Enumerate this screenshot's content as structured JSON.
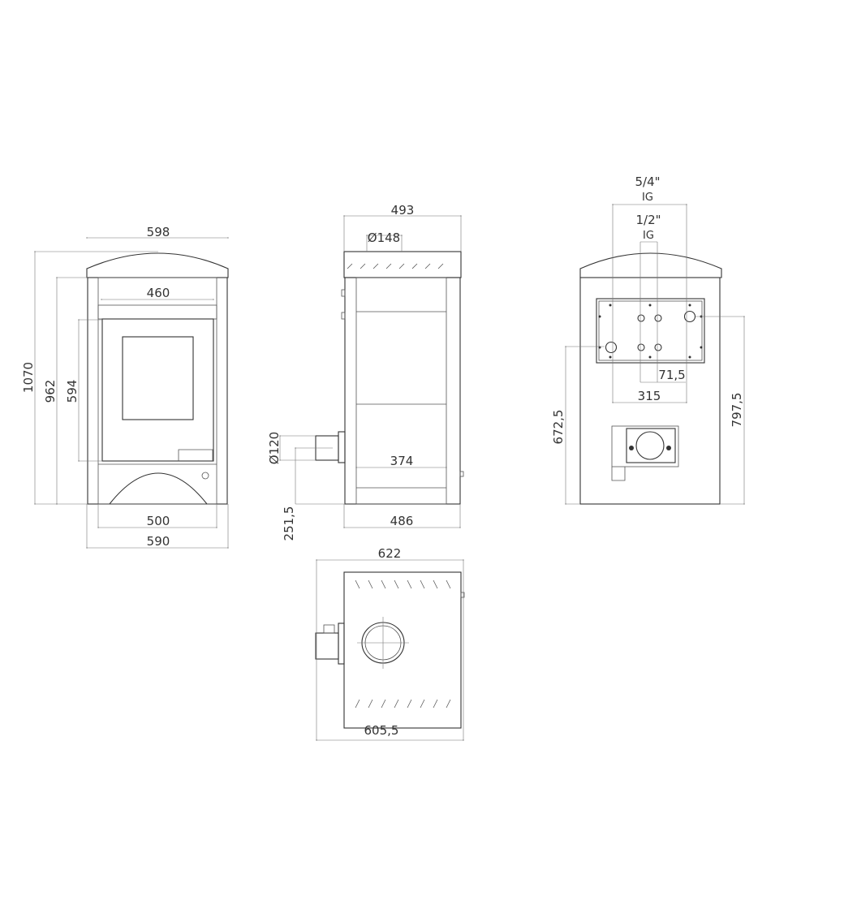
{
  "front_view": {
    "width_top": "598",
    "inner_width": "460",
    "total_height": "1070",
    "body_height": "962",
    "door_height": "594",
    "base_inner_width": "500",
    "base_width": "590"
  },
  "side_view": {
    "depth_top": "493",
    "flue_top": "Ø148",
    "flue_rear": "Ø120",
    "inner_depth": "374",
    "depth_base": "486",
    "flue_rear_height": "251,5"
  },
  "top_view": {
    "depth_total": "622",
    "depth_body": "605,5"
  },
  "rear_view": {
    "connection_large": "5/4\"",
    "connection_large_thread": "IG",
    "connection_small": "1/2\"",
    "connection_small_thread": "IG",
    "small_spacing": "71,5",
    "large_spacing": "315",
    "lower_height": "672,5",
    "upper_height": "797,5"
  }
}
